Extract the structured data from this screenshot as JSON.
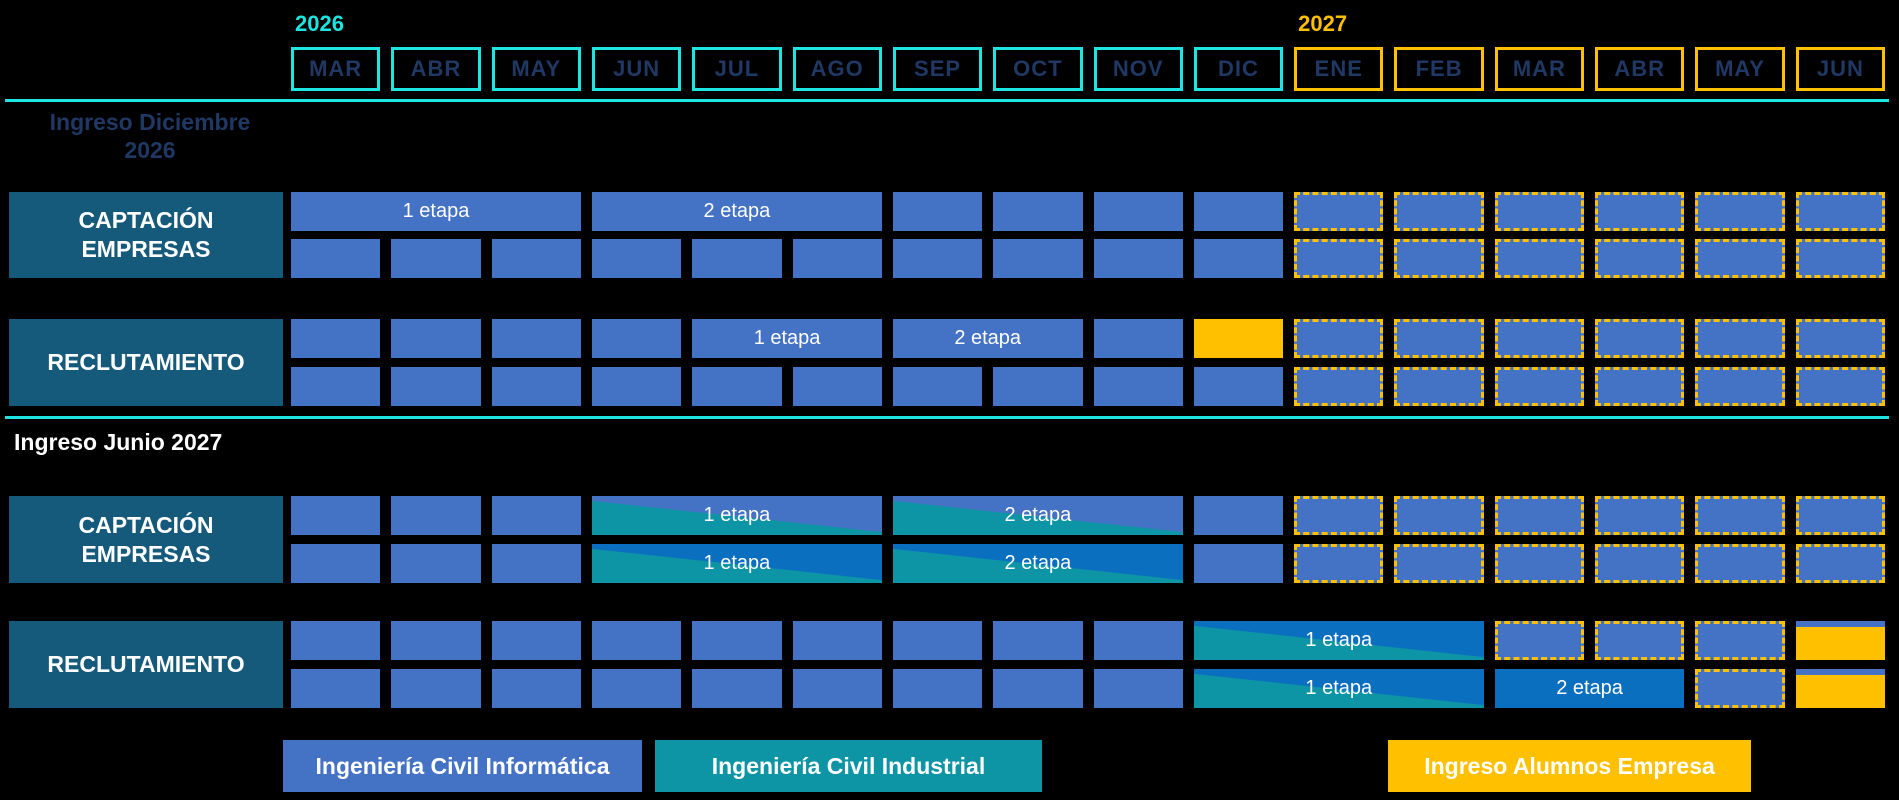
{
  "colors": {
    "background": "#000000",
    "cell_blue": "#4472C4",
    "bar_dark_blue": "#0B6FC0",
    "teal": "#0D95A5",
    "header_teal": "#15597B",
    "amber": "#FFC000",
    "cyan": "#1DE5E2",
    "navy": "#1F3864",
    "white": "#FFFFFF"
  },
  "timeline": {
    "years": [
      {
        "label": "2026",
        "accent": "cyan",
        "months": [
          "MAR",
          "ABR",
          "MAY",
          "JUN",
          "JUL",
          "AGO",
          "SEP",
          "OCT",
          "NOV",
          "DIC"
        ]
      },
      {
        "label": "2027",
        "accent": "amber",
        "months": [
          "ENE",
          "FEB",
          "MAR",
          "ABR",
          "MAY",
          "JUN"
        ]
      }
    ]
  },
  "sections": [
    {
      "id": "ingreso-diciembre-2026",
      "title_lines": [
        "Ingreso Diciembre",
        "2026"
      ],
      "title_style": "navy",
      "groups": [
        {
          "label_lines": [
            "CAPTACIÓN",
            "EMPRESAS"
          ],
          "tracks": [
            [
              {
                "t": "bar",
                "span": 3,
                "label": "1 etapa",
                "base": "blue"
              },
              {
                "t": "bar",
                "span": 3,
                "label": "2 etapa",
                "base": "blue"
              },
              {
                "t": "cell"
              },
              {
                "t": "cell"
              },
              {
                "t": "cell"
              },
              {
                "t": "cell"
              },
              {
                "t": "dashed"
              },
              {
                "t": "dashed"
              },
              {
                "t": "dashed"
              },
              {
                "t": "dashed"
              },
              {
                "t": "dashed"
              },
              {
                "t": "dashed"
              }
            ],
            [
              {
                "t": "cell"
              },
              {
                "t": "cell"
              },
              {
                "t": "cell"
              },
              {
                "t": "cell"
              },
              {
                "t": "cell"
              },
              {
                "t": "cell"
              },
              {
                "t": "cell"
              },
              {
                "t": "cell"
              },
              {
                "t": "cell"
              },
              {
                "t": "cell"
              },
              {
                "t": "dashed"
              },
              {
                "t": "dashed"
              },
              {
                "t": "dashed"
              },
              {
                "t": "dashed"
              },
              {
                "t": "dashed"
              },
              {
                "t": "dashed"
              }
            ]
          ]
        },
        {
          "label_lines": [
            "RECLUTAMIENTO"
          ],
          "tracks": [
            [
              {
                "t": "cell"
              },
              {
                "t": "cell"
              },
              {
                "t": "cell"
              },
              {
                "t": "cell"
              },
              {
                "t": "bar",
                "span": 2,
                "label": "1 etapa",
                "base": "blue"
              },
              {
                "t": "bar",
                "span": 2,
                "label": "2 etapa",
                "base": "blue"
              },
              {
                "t": "cell"
              },
              {
                "t": "yellow"
              },
              {
                "t": "dashed"
              },
              {
                "t": "dashed"
              },
              {
                "t": "dashed"
              },
              {
                "t": "dashed"
              },
              {
                "t": "dashed"
              },
              {
                "t": "dashed"
              }
            ],
            [
              {
                "t": "cell"
              },
              {
                "t": "cell"
              },
              {
                "t": "cell"
              },
              {
                "t": "cell"
              },
              {
                "t": "cell"
              },
              {
                "t": "cell"
              },
              {
                "t": "cell"
              },
              {
                "t": "cell"
              },
              {
                "t": "cell"
              },
              {
                "t": "cell"
              },
              {
                "t": "dashed"
              },
              {
                "t": "dashed"
              },
              {
                "t": "dashed"
              },
              {
                "t": "dashed"
              },
              {
                "t": "dashed"
              },
              {
                "t": "dashed"
              }
            ]
          ]
        }
      ]
    },
    {
      "id": "ingreso-junio-2027",
      "title_lines": [
        "Ingreso Junio 2027"
      ],
      "title_style": "white",
      "groups": [
        {
          "label_lines": [
            "CAPTACIÓN",
            "EMPRESAS"
          ],
          "tracks": [
            [
              {
                "t": "cell"
              },
              {
                "t": "cell"
              },
              {
                "t": "cell"
              },
              {
                "t": "bar",
                "span": 3,
                "label": "1 etapa",
                "base": "blue",
                "wedge": true
              },
              {
                "t": "bar",
                "span": 3,
                "label": "2 etapa",
                "base": "blue",
                "wedge": true
              },
              {
                "t": "cell"
              },
              {
                "t": "dashed"
              },
              {
                "t": "dashed"
              },
              {
                "t": "dashed"
              },
              {
                "t": "dashed"
              },
              {
                "t": "dashed"
              },
              {
                "t": "dashed"
              }
            ],
            [
              {
                "t": "cell"
              },
              {
                "t": "cell"
              },
              {
                "t": "cell"
              },
              {
                "t": "bar",
                "span": 3,
                "label": "1 etapa",
                "base": "dark",
                "wedge": true
              },
              {
                "t": "bar",
                "span": 3,
                "label": "2 etapa",
                "base": "dark",
                "wedge": true
              },
              {
                "t": "cell"
              },
              {
                "t": "dashed"
              },
              {
                "t": "dashed"
              },
              {
                "t": "dashed"
              },
              {
                "t": "dashed"
              },
              {
                "t": "dashed"
              },
              {
                "t": "dashed"
              }
            ]
          ]
        },
        {
          "label_lines": [
            "RECLUTAMIENTO"
          ],
          "tracks": [
            [
              {
                "t": "cell"
              },
              {
                "t": "cell"
              },
              {
                "t": "cell"
              },
              {
                "t": "cell"
              },
              {
                "t": "cell"
              },
              {
                "t": "cell"
              },
              {
                "t": "cell"
              },
              {
                "t": "cell"
              },
              {
                "t": "cell"
              },
              {
                "t": "bar",
                "span": 3,
                "label": "1 etapa",
                "base": "dark",
                "wedge": true
              },
              {
                "t": "dashed"
              },
              {
                "t": "dashed"
              },
              {
                "t": "dashed"
              },
              {
                "t": "ingreso"
              }
            ],
            [
              {
                "t": "cell"
              },
              {
                "t": "cell"
              },
              {
                "t": "cell"
              },
              {
                "t": "cell"
              },
              {
                "t": "cell"
              },
              {
                "t": "cell"
              },
              {
                "t": "cell"
              },
              {
                "t": "cell"
              },
              {
                "t": "cell"
              },
              {
                "t": "bar",
                "span": 3,
                "label": "1 etapa",
                "base": "dark",
                "wedge": true
              },
              {
                "t": "bar",
                "span": 2,
                "label": "2 etapa",
                "base": "dark"
              },
              {
                "t": "dashed"
              },
              {
                "t": "ingreso"
              }
            ]
          ]
        }
      ]
    }
  ],
  "legend": [
    {
      "label": "Ingeniería Civil Informática",
      "swatch": "cell_blue"
    },
    {
      "label": "Ingeniería Civil Industrial",
      "swatch": "teal"
    },
    {
      "label": "Ingreso Alumnos Empresa",
      "swatch": "amber"
    }
  ]
}
